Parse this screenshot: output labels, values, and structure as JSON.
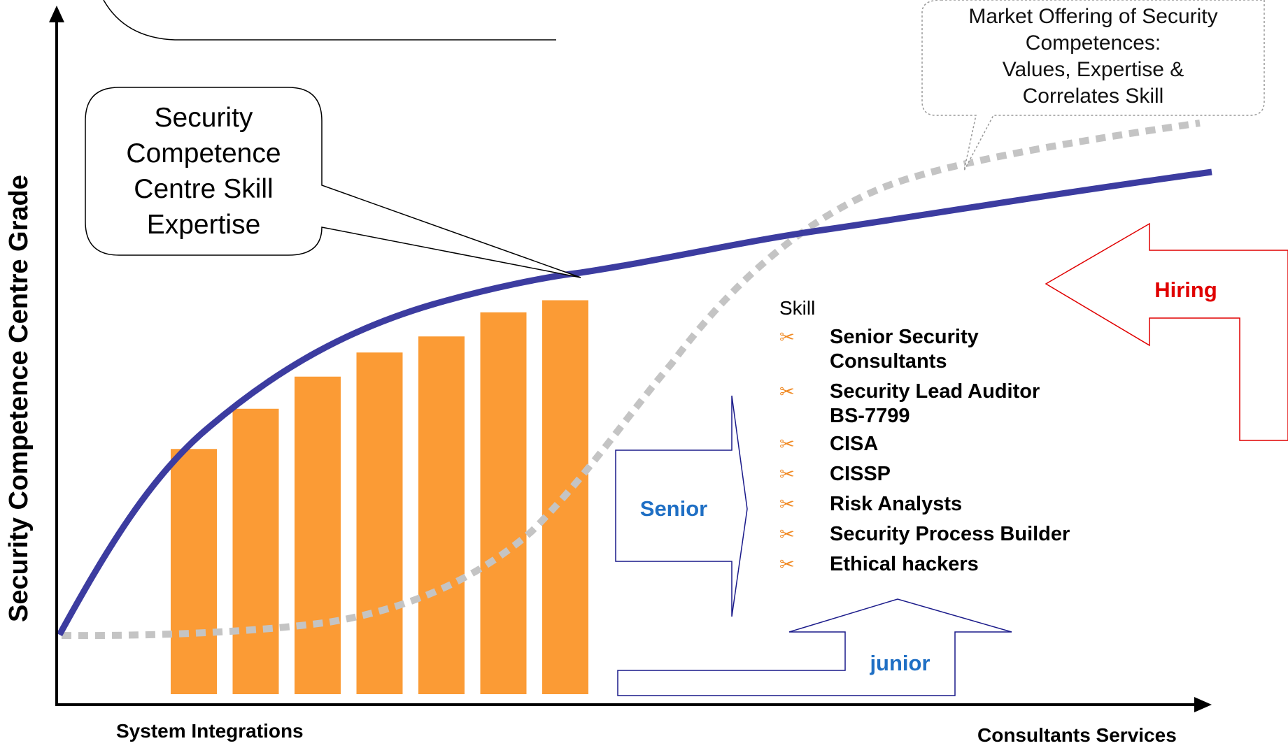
{
  "axes": {
    "y_title": "Security Competence Centre Grade",
    "x_left_label": "System Integrations",
    "x_right_label": "Consultants Services"
  },
  "callouts": {
    "expertise": "Security\nCompetence\nCentre Skill\nExpertise",
    "market": "Market Offering of Security\nCompetences:\nValues, Expertise &\nCorrelates Skill"
  },
  "arrows": {
    "senior": "Senior",
    "junior": "junior",
    "hiring": "Hiring"
  },
  "skills": {
    "heading": "Skill",
    "items": [
      {
        "label": "Senior Security\nConsultants"
      },
      {
        "label": "Security Lead Auditor\nBS-7799"
      },
      {
        "label": "CISA"
      },
      {
        "label": "CISSP"
      },
      {
        "label": "Risk Analysts"
      },
      {
        "label": "Security Process Builder"
      },
      {
        "label": "Ethical hackers"
      }
    ],
    "bullet_icon": "scissors-icon"
  },
  "bars": {
    "values": [
      0.61,
      0.71,
      0.79,
      0.85,
      0.89,
      0.95,
      0.98
    ]
  },
  "colors": {
    "bar": "#fb9b35",
    "curve": "#3c3ca0",
    "market_curve": "#c4c4c4",
    "senior_arrow": "#1a1a8a",
    "senior_text": "#1f6fc4",
    "hiring_arrow": "#e00000",
    "hiring_text": "#e00000",
    "bullet": "#f08a24"
  }
}
